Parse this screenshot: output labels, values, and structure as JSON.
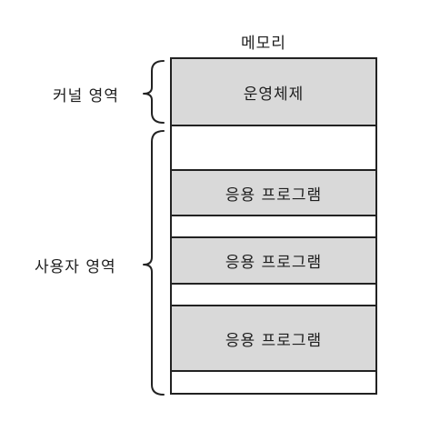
{
  "diagram": {
    "title": "메모리",
    "regions": {
      "kernel": "커널 영역",
      "user": "사용자 영역"
    },
    "segments": [
      {
        "label": "운영체제",
        "kind": "used"
      },
      {
        "label": "",
        "kind": "free"
      },
      {
        "label": "응용 프로그램",
        "kind": "used"
      },
      {
        "label": "",
        "kind": "free"
      },
      {
        "label": "응용 프로그램",
        "kind": "used"
      },
      {
        "label": "",
        "kind": "free"
      },
      {
        "label": "응용 프로그램",
        "kind": "used"
      },
      {
        "label": "",
        "kind": "free"
      }
    ]
  }
}
